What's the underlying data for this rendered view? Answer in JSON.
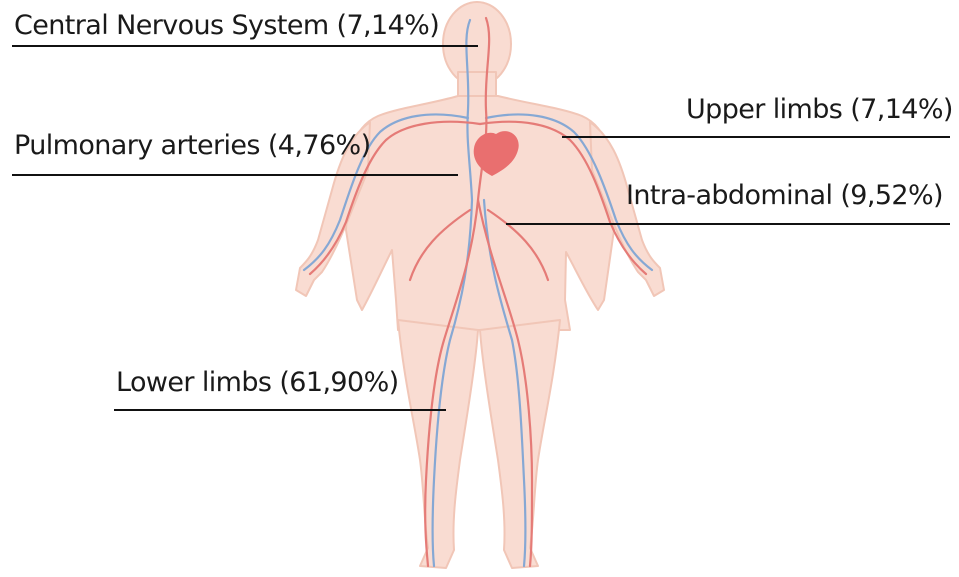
{
  "callouts": {
    "cns": "Central Nervous System (7,14%)",
    "pulmonary": "Pulmonary arteries (4,76%)",
    "upper_limbs": "Upper limbs (7,14%)",
    "intra_abdominal": "Intra-abdominal (9,52%)",
    "lower_limbs": "Lower limbs (61,90%)"
  },
  "colors": {
    "skin": "#f9dcd2",
    "skin_outline": "#f1c6b7",
    "artery": "#e57b77",
    "vein": "#86a8d4",
    "heart": "#e96f6f",
    "leader_line": "#111111",
    "text": "#1a1a1a"
  }
}
